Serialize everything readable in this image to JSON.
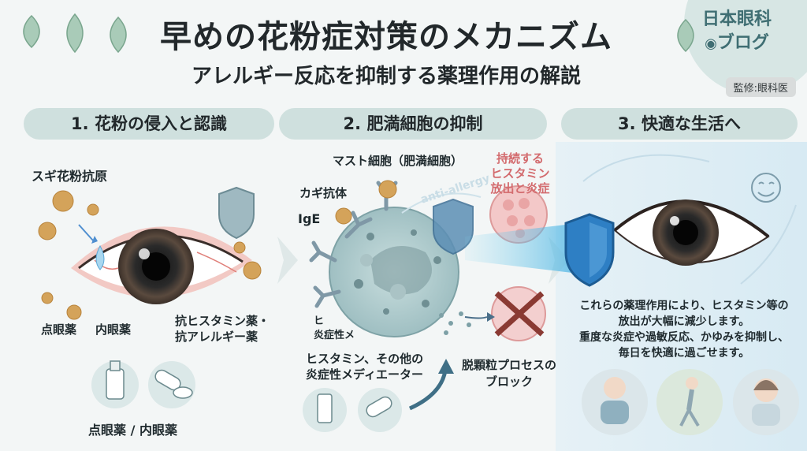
{
  "title": "早めの花粉症対策のメカニズム",
  "subtitle": "アレルギー反応を抑制する薬理作用の解説",
  "blog": {
    "line1": "日本眼科",
    "line2": "ブログ"
  },
  "supervision": "監修:眼科医",
  "sections": [
    {
      "header": "1. 花粉の侵入と認識"
    },
    {
      "header": "2. 肥満細胞の抑制"
    },
    {
      "header": "3. 快適な生活へ"
    }
  ],
  "panel1": {
    "antigen_label": "スギ花粉抗原",
    "eye_drops_label": "点眼薬",
    "oral_label": "内眼薬",
    "antihistamine_line1": "抗ヒスタミン薬・",
    "antihistamine_line2": "抗アレルギー薬",
    "bottom_label": "点眼薬 / 内眼薬"
  },
  "panel2": {
    "mast_cell_label": "マスト細胞（肥満細胞）",
    "sustained_line1": "持続する",
    "sustained_line2": "ヒスタミン",
    "sustained_line3": "放出と炎症",
    "antibody_label": "カギ抗体",
    "ige_label": "IgE",
    "anti_allergy_label": "anti-allergy",
    "hi_label": "ヒ",
    "inflammatory_label": "炎症性メ",
    "histamine_line1": "ヒスタミン、その他の",
    "histamine_line2": "炎症性メディエーター",
    "degranulation_line1": "脱顆粒プロセスの",
    "degranulation_line2": "ブロック"
  },
  "panel3": {
    "line1": "これらの薬理作用により、ヒスタミン等の",
    "line2": "放出が大幅に減少します。",
    "line3": "重度な炎症や過敏反応、かゆみを抑制し、",
    "line4": "毎日を快適に過ごせます。"
  },
  "icons": [
    "leaf-icon",
    "shield-icon",
    "eye-drop-bottle-icon",
    "capsule-icon",
    "tablet-icon",
    "cross-mark-icon",
    "smiley-icon",
    "person-reading-icon",
    "person-walking-icon",
    "person-smiling-icon",
    "eye-icon"
  ],
  "colors": {
    "header_bg": "#cfe0de",
    "accent_red": "#d36b6e",
    "shield_blue": "#2e7fc4",
    "title_text": "#22282b"
  }
}
